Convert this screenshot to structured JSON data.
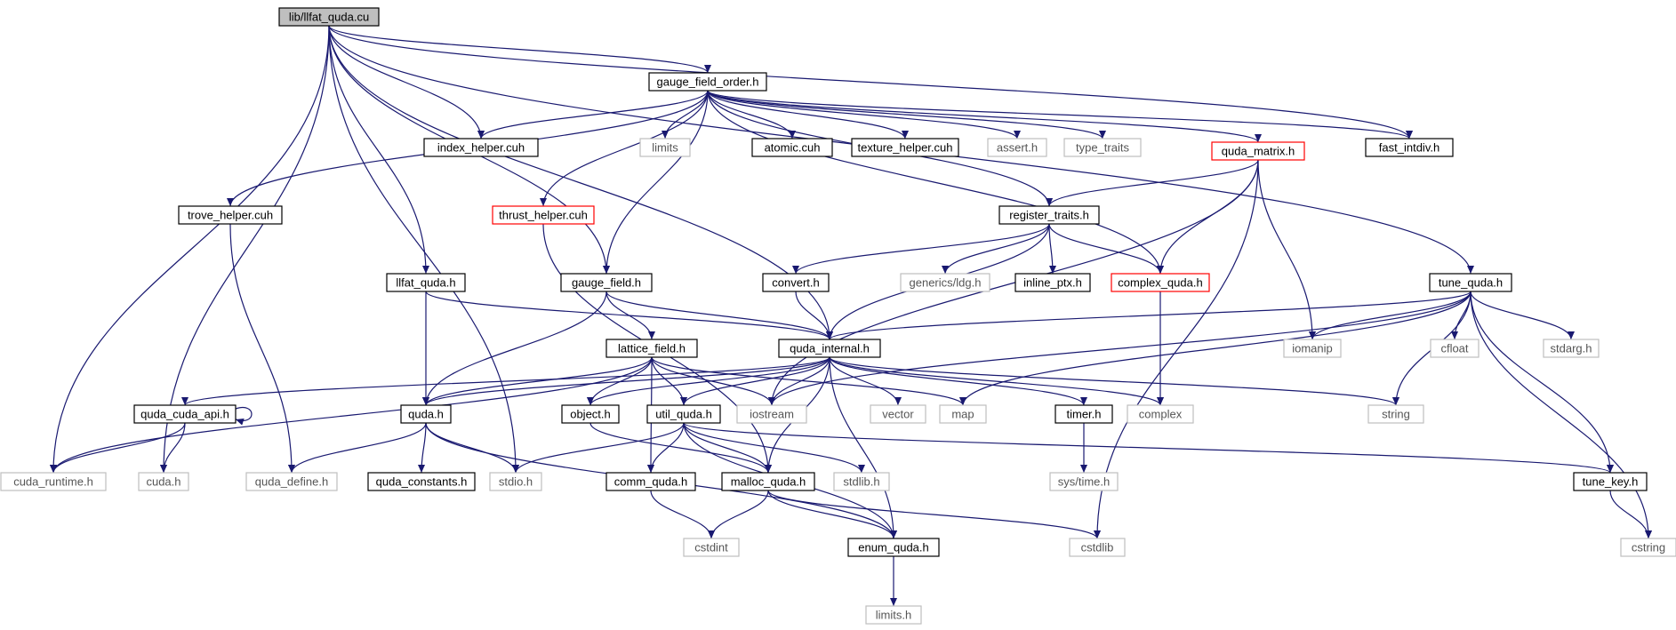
{
  "colors": {
    "edge": "#191970",
    "header_border": "#000000",
    "header_bar_fill": "#bfbfbf",
    "internal_border": "#000000",
    "external_border": "#bfbfbf",
    "truncated_border": "#ff0000"
  },
  "nodes": {
    "lib_llfat": "lib/llfat_quda.cu",
    "gauge_field_order": "gauge_field_order.h",
    "index_helper": "index_helper.cuh",
    "limits": "limits",
    "atomic": "atomic.cuh",
    "texture_helper": "texture_helper.cuh",
    "assert": "assert.h",
    "type_traits": "type_traits",
    "quda_matrix": "quda_matrix.h",
    "fast_intdiv": "fast_intdiv.h",
    "trove_helper": "trove_helper.cuh",
    "thrust_helper": "thrust_helper.cuh",
    "register_traits": "register_traits.h",
    "llfat_quda": "llfat_quda.h",
    "gauge_field": "gauge_field.h",
    "convert": "convert.h",
    "generics_ldg": "generics/ldg.h",
    "inline_ptx": "inline_ptx.h",
    "complex_quda": "complex_quda.h",
    "tune_quda": "tune_quda.h",
    "lattice_field": "lattice_field.h",
    "quda_internal": "quda_internal.h",
    "iomanip": "iomanip",
    "cfloat": "cfloat",
    "stdarg": "stdarg.h",
    "quda_cuda_api": "quda_cuda_api.h",
    "quda": "quda.h",
    "object": "object.h",
    "util_quda": "util_quda.h",
    "iostream": "iostream",
    "vector": "vector",
    "map": "map",
    "timer": "timer.h",
    "complex": "complex",
    "string": "string",
    "cuda_runtime": "cuda_runtime.h",
    "cuda": "cuda.h",
    "quda_define": "quda_define.h",
    "quda_constants": "quda_constants.h",
    "stdio": "stdio.h",
    "comm_quda": "comm_quda.h",
    "malloc_quda": "malloc_quda.h",
    "stdlib": "stdlib.h",
    "sys_time": "sys/time.h",
    "tune_key": "tune_key.h",
    "cstdint": "cstdint",
    "enum_quda": "enum_quda.h",
    "cstdlib": "cstdlib",
    "cstring": "cstring",
    "limits_h": "limits.h"
  }
}
